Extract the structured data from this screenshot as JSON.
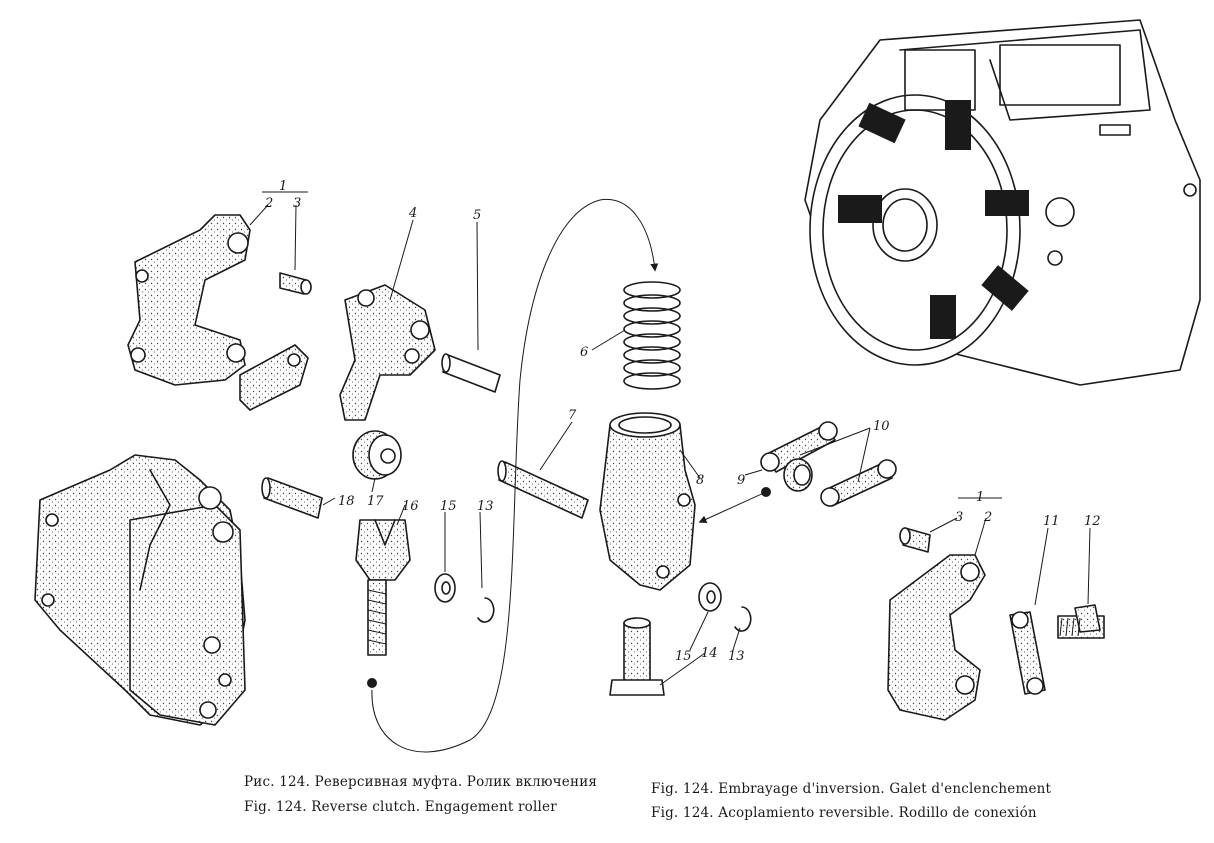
{
  "labels": {
    "n1a": "1",
    "n2a": "2",
    "n3a": "3",
    "n4": "4",
    "n5": "5",
    "n6": "6",
    "n7": "7",
    "n8": "8",
    "n9": "9",
    "n10": "10",
    "n13a": "13",
    "n15a": "15",
    "n16": "16",
    "n17": "17",
    "n18": "18",
    "n1b": "1",
    "n2b": "2",
    "n3b": "3",
    "n11": "11",
    "n12": "12",
    "n13b": "13",
    "n14": "14",
    "n15b": "15"
  },
  "captions": {
    "ru": "Рис. 124. Реверсивная муфта. Ролик включения",
    "en": "Fig. 124. Reverse clutch. Engagement roller",
    "fr": "Fig. 124. Embrayage d'inversion. Galet d'enclenchement",
    "es": "Fig. 124. Acoplamiento reversible. Rodillo de conexión"
  }
}
